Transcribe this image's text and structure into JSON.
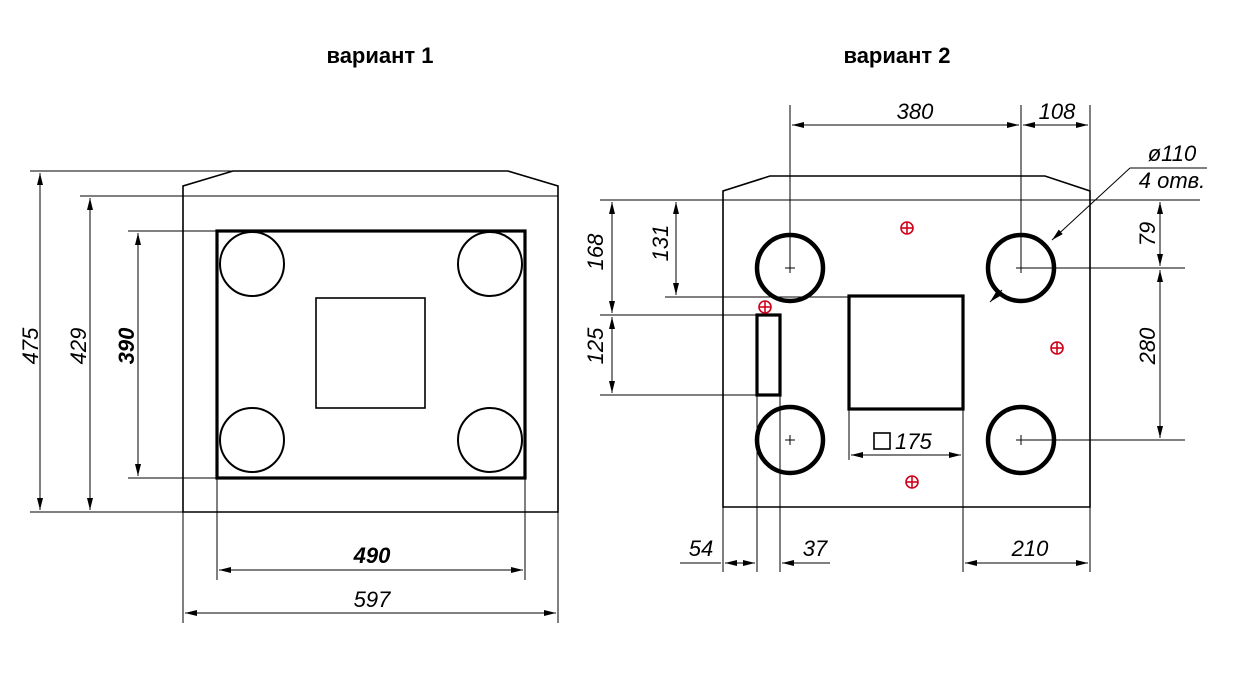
{
  "variant1": {
    "title": "вариант 1",
    "dims": {
      "height_total": "475",
      "height_mid": "429",
      "height_inner": "390",
      "width_inner": "490",
      "width_total": "597"
    }
  },
  "variant2": {
    "title": "вариант 2",
    "dims": {
      "top_380": "380",
      "top_108": "108",
      "hole_diameter": "ø110",
      "hole_count": "4 отв.",
      "left_168": "168",
      "left_131": "131",
      "left_125": "125",
      "right_79": "79",
      "right_280": "280",
      "square": "175",
      "bottom_54": "54",
      "bottom_37": "37",
      "bottom_210": "210"
    }
  },
  "colors": {
    "line": "#000000",
    "mount_hole": "#d0021b"
  }
}
